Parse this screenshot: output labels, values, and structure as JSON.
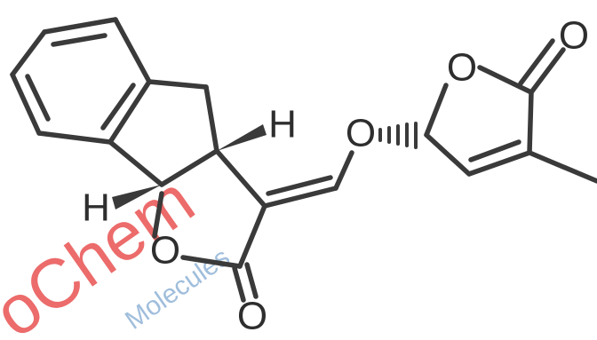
{
  "atoms": {
    "h_upper": "H",
    "h_lower": "H",
    "o_ring_left": "O",
    "o_carbonyl_left": "O",
    "o_ether": "O",
    "o_ring_right": "O",
    "o_carbonyl_right": "O"
  },
  "watermark": {
    "primary": "oChem",
    "secondary": "Molecules"
  },
  "colors": {
    "bond": "#3a3a3a",
    "atom": "#2e2e2e",
    "watermark_primary": "#e63a3a",
    "watermark_secondary": "#8fb3d6"
  }
}
